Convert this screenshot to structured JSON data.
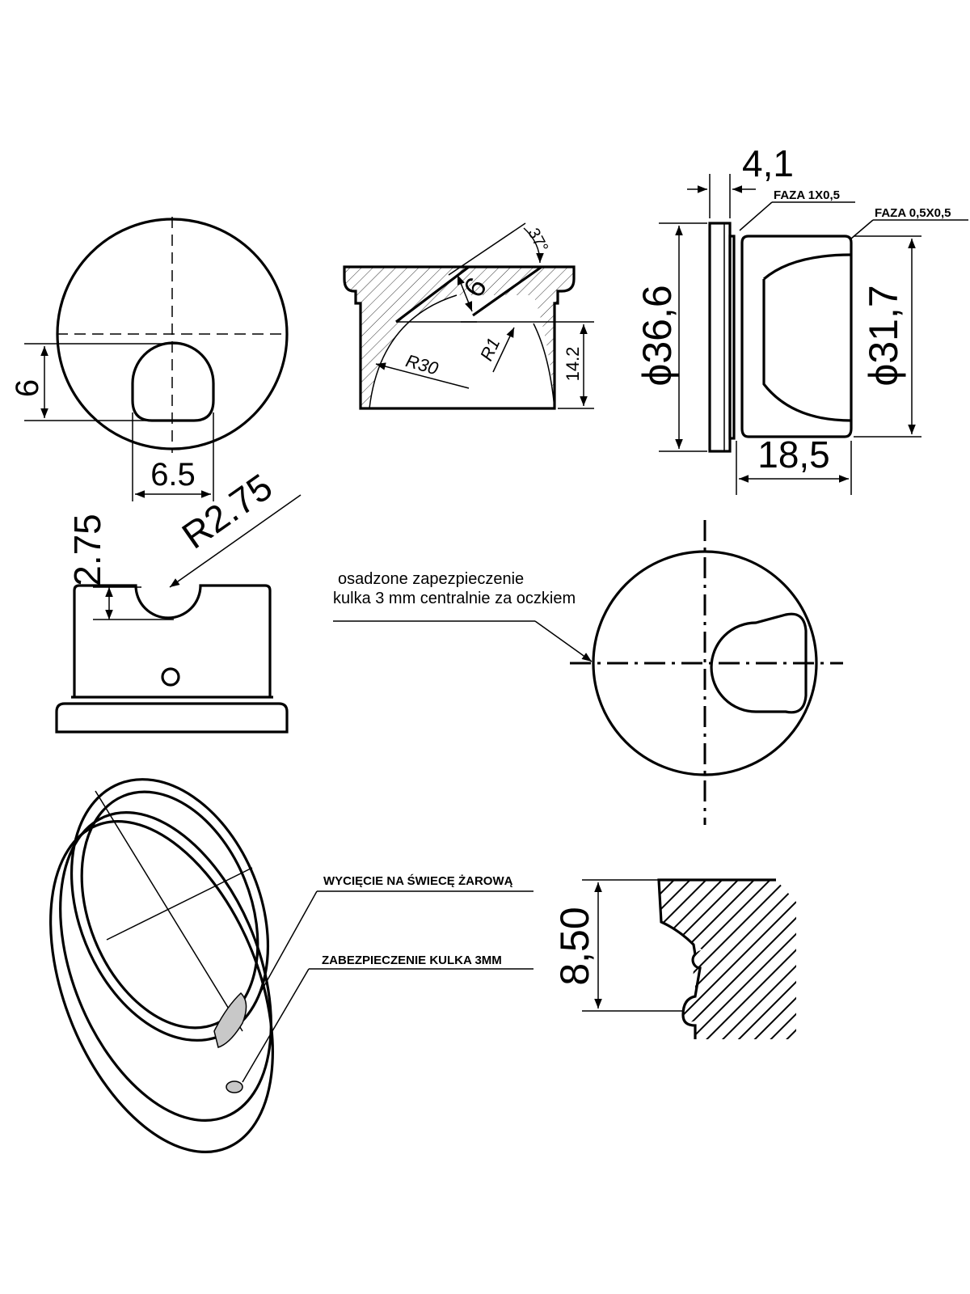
{
  "dimensions": {
    "d1_height": "6",
    "d1_width": "6.5",
    "d2_angle": "37°",
    "d2_width": "6",
    "d2_r30": "R30",
    "d2_r1": "R1",
    "d2_height": "14.2",
    "d3_top": "4,1",
    "d3_dia_large": "ϕ36,6",
    "d3_dia_small": "ϕ31,7",
    "d3_length": "18,5",
    "d4_depth": "2.75",
    "d4_radius": "R2.75",
    "d5_depth": "8,50"
  },
  "notes": {
    "faza1": "FAZA 1X0,5",
    "faza2": "FAZA 0,5X0,5",
    "ball_line1": "osadzone zapezpieczenie",
    "ball_line2": "kulka  3 mm centralnie za oczkiem",
    "cutout": "WYCIĘCIE NA ŚWIECĘ ŻAROWĄ",
    "lock_ball": "ZABEZPIECZENIE KULKA   3MM"
  },
  "colors": {
    "line": "#000000",
    "fill_gray": "#c8c8c8",
    "background": "#ffffff"
  }
}
